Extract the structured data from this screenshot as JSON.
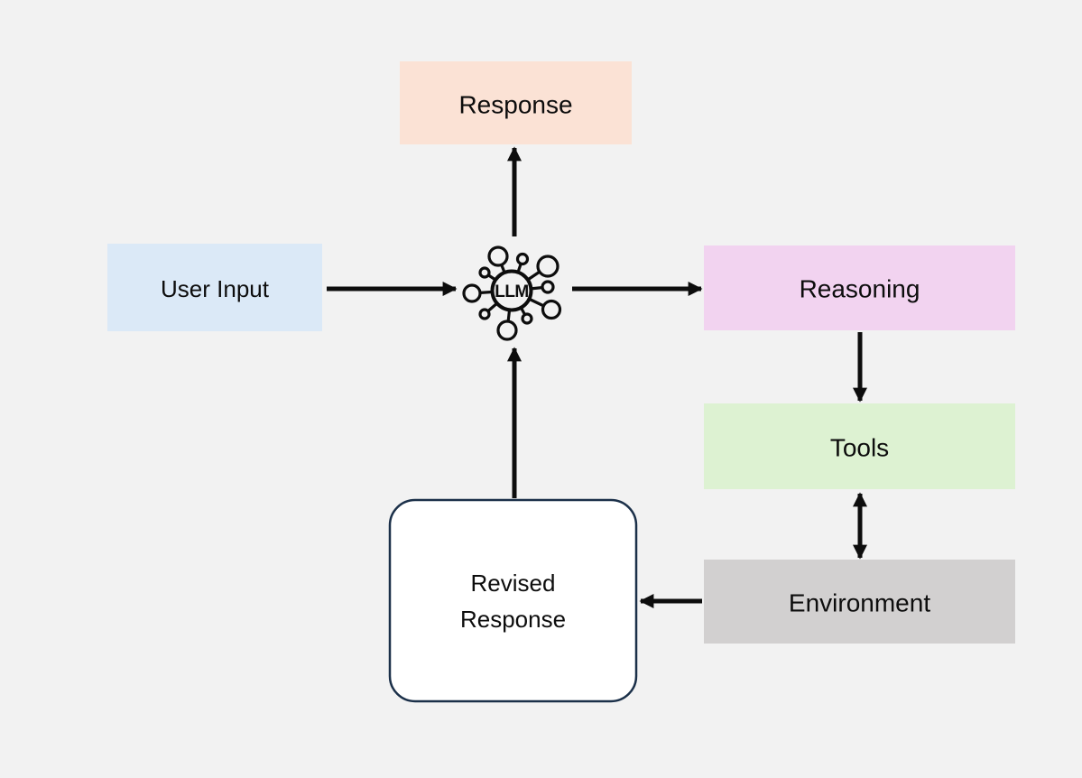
{
  "canvas": {
    "background": "#F2F2F2",
    "line_color": "#0D0D0D"
  },
  "nodes": {
    "response": {
      "label": "Response",
      "fill": "#FBE2D5"
    },
    "user_input": {
      "label": "User Input",
      "fill": "#DBE9F7"
    },
    "reasoning": {
      "label": "Reasoning",
      "fill": "#F2D3F0"
    },
    "tools": {
      "label": "Tools",
      "fill": "#DDF2D2"
    },
    "environment": {
      "label": "Environment",
      "fill": "#D2D0D0"
    },
    "revised_response": {
      "label_lines": [
        "Revised",
        "Response"
      ],
      "fill": "#FFFFFF",
      "border": "#1B3049"
    },
    "llm": {
      "label": "LLM",
      "icon": "llm-hub-icon",
      "fill": "#F2F2F2"
    }
  },
  "edges": [
    {
      "from": "user_input",
      "to": "llm",
      "bidirectional": false
    },
    {
      "from": "llm",
      "to": "response",
      "bidirectional": false
    },
    {
      "from": "llm",
      "to": "reasoning",
      "bidirectional": false
    },
    {
      "from": "reasoning",
      "to": "tools",
      "bidirectional": false
    },
    {
      "from": "tools",
      "to": "environment",
      "bidirectional": true
    },
    {
      "from": "environment",
      "to": "revised_response",
      "bidirectional": false
    },
    {
      "from": "revised_response",
      "to": "llm",
      "bidirectional": false
    }
  ]
}
